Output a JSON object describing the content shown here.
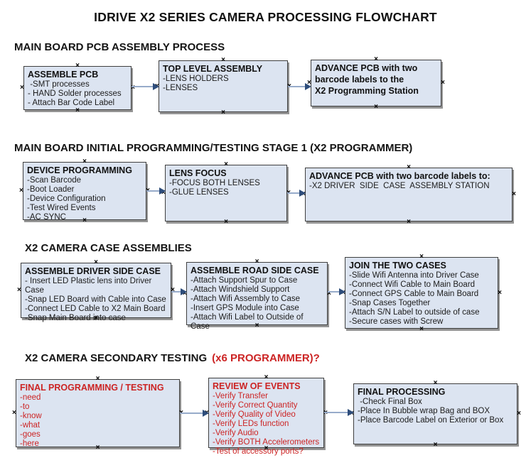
{
  "title": "IDRIVE X2  SERIES CAMERA PROCESSING FLOWCHART",
  "icons": {
    "connection_handle": "×"
  },
  "colors": {
    "box_fill": "#dce4f1",
    "box_border": "#3f3f3f",
    "box_shadow": "#949494",
    "red_text": "#cc2424",
    "arrow_line": "#97abca",
    "arrow_head": "#2e4d7b"
  },
  "sections": [
    {
      "header": "MAIN BOARD PCB ASSEMBLY PROCESS",
      "boxes": [
        {
          "title": "ASSEMBLE PCB",
          "items": [
            " -SMT processes",
            "- HAND Solder processes",
            "- Attach Bar Code Label"
          ]
        },
        {
          "title": "TOP LEVEL ASSEMBLY",
          "items": [
            "-LENS HOLDERS",
            "-LENSES"
          ]
        },
        {
          "title": "ADVANCE PCB with two\nbarcode labels to the\n X2 Programming Station",
          "items": []
        }
      ]
    },
    {
      "header": "MAIN BOARD INITIAL PROGRAMMING/TESTING STAGE 1 (X2 PROGRAMMER)",
      "boxes": [
        {
          "title": "DEVICE PROGRAMMING",
          "items": [
            "-Scan Barcode",
            "-Boot Loader",
            "-Device Configuration",
            "-Test Wired Events",
            "-AC SYNC"
          ]
        },
        {
          "title": "LENS FOCUS",
          "items": [
            "-FOCUS BOTH LENSES",
            "-GLUE LENSES"
          ]
        },
        {
          "title": "ADVANCE PCB with two barcode labels to:",
          "items": [
            "-X2 DRIVER  SIDE  CASE  ASSEMBLY STATION"
          ]
        }
      ]
    },
    {
      "header": "X2 CAMERA CASE ASSEMBLIES",
      "boxes": [
        {
          "title": "ASSEMBLE DRIVER SIDE CASE",
          "items": [
            "- Insert LED Plastic lens into Driver Case",
            "-Snap LED Board with Cable into Case",
            "-Connect LED Cable to X2 Main Board",
            "-Snap Main Board into case"
          ]
        },
        {
          "title": "ASSEMBLE ROAD SIDE CASE",
          "items": [
            "-Attach Support Spur to Case",
            "-Attach Windshield Support",
            "-Attach Wifi Assembly to Case",
            "-Insert GPS Module into Case",
            "-Attach Wifi Label to Outside of Case"
          ]
        },
        {
          "title": "JOIN THE TWO CASES",
          "items": [
            "-Slide Wifi Antenna into Driver Case",
            "-Connect Wifi Cable to Main Board",
            "-Connect GPS Cable to Main Board",
            "-Snap Cases Together",
            "-Attach S/N Label to outside of case",
            "-Secure cases with Screw"
          ]
        }
      ]
    },
    {
      "header": "X2 CAMERA SECONDARY TESTING",
      "header_red": "(x6 PROGRAMMER)?",
      "boxes": [
        {
          "title": "FINAL PROGRAMMING / TESTING",
          "items": [
            "-need",
            "-to",
            "-know",
            "-what",
            "-goes",
            "-here"
          ]
        },
        {
          "title": "REVIEW OF EVENTS",
          "items": [
            "-Verify Transfer",
            "-Verify Correct Quantity",
            "-Verify Quality of Video",
            "-Verify LEDs function",
            "-Verify Audio",
            "-Verify BOTH Accelerometers",
            "-Test of accessory ports?"
          ]
        },
        {
          "title": "FINAL PROCESSING",
          "items": [
            " -Check Final Box",
            "-Place In Bubble wrap Bag and BOX",
            "-Place Barcode Label on Exterior or Box"
          ]
        }
      ]
    }
  ]
}
